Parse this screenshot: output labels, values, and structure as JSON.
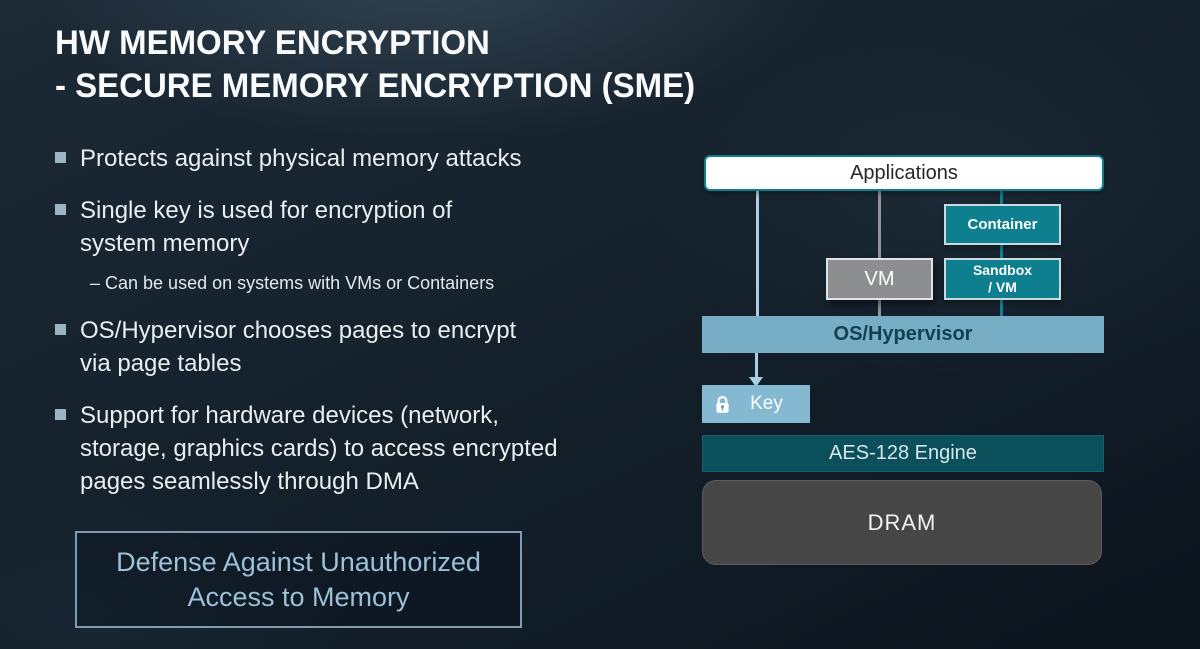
{
  "slide": {
    "title": {
      "line1": "HW MEMORY ENCRYPTION",
      "line2": "- SECURE MEMORY ENCRYPTION (SME)"
    },
    "bullets": [
      {
        "lines": [
          "Protects against physical memory attacks"
        ]
      },
      {
        "lines": [
          "Single key is used for encryption of",
          "system memory"
        ],
        "sub": [
          "– Can be used on systems with VMs or Containers"
        ]
      },
      {
        "lines": [
          "OS/Hypervisor chooses pages to encrypt",
          "via page tables"
        ]
      },
      {
        "lines": [
          "Support for hardware devices (network,",
          "storage, graphics cards) to access encrypted",
          "pages seamlessly through DMA"
        ]
      }
    ],
    "callout": {
      "line1": "Defense Against Unauthorized",
      "line2": "Access to Memory"
    }
  },
  "diagram": {
    "applications": "Applications",
    "container": "Container",
    "vm": "VM",
    "sandbox_line1": "Sandbox",
    "sandbox_line2": "/ VM",
    "os_hypervisor": "OS/Hypervisor",
    "key": "Key",
    "aes_engine": "AES-128 Engine",
    "dram": "DRAM"
  },
  "icons": {
    "lock": "lock-icon"
  },
  "colors": {
    "teal_node": "#0d7f8e",
    "os_band_blue": "#77aec5",
    "key_blue": "#85b9d1",
    "aes_dark_teal": "#0a4f59",
    "dram_gray": "#464646",
    "vm_gray": "#8d8e90",
    "bullet_marker": "#9cb5c3",
    "callout_text": "#9cc0d6",
    "callout_border": "#7e9db2",
    "connector_light_blue": "#a9d0e2",
    "connector_gray": "#8f9599",
    "connector_teal": "#0e8091"
  }
}
